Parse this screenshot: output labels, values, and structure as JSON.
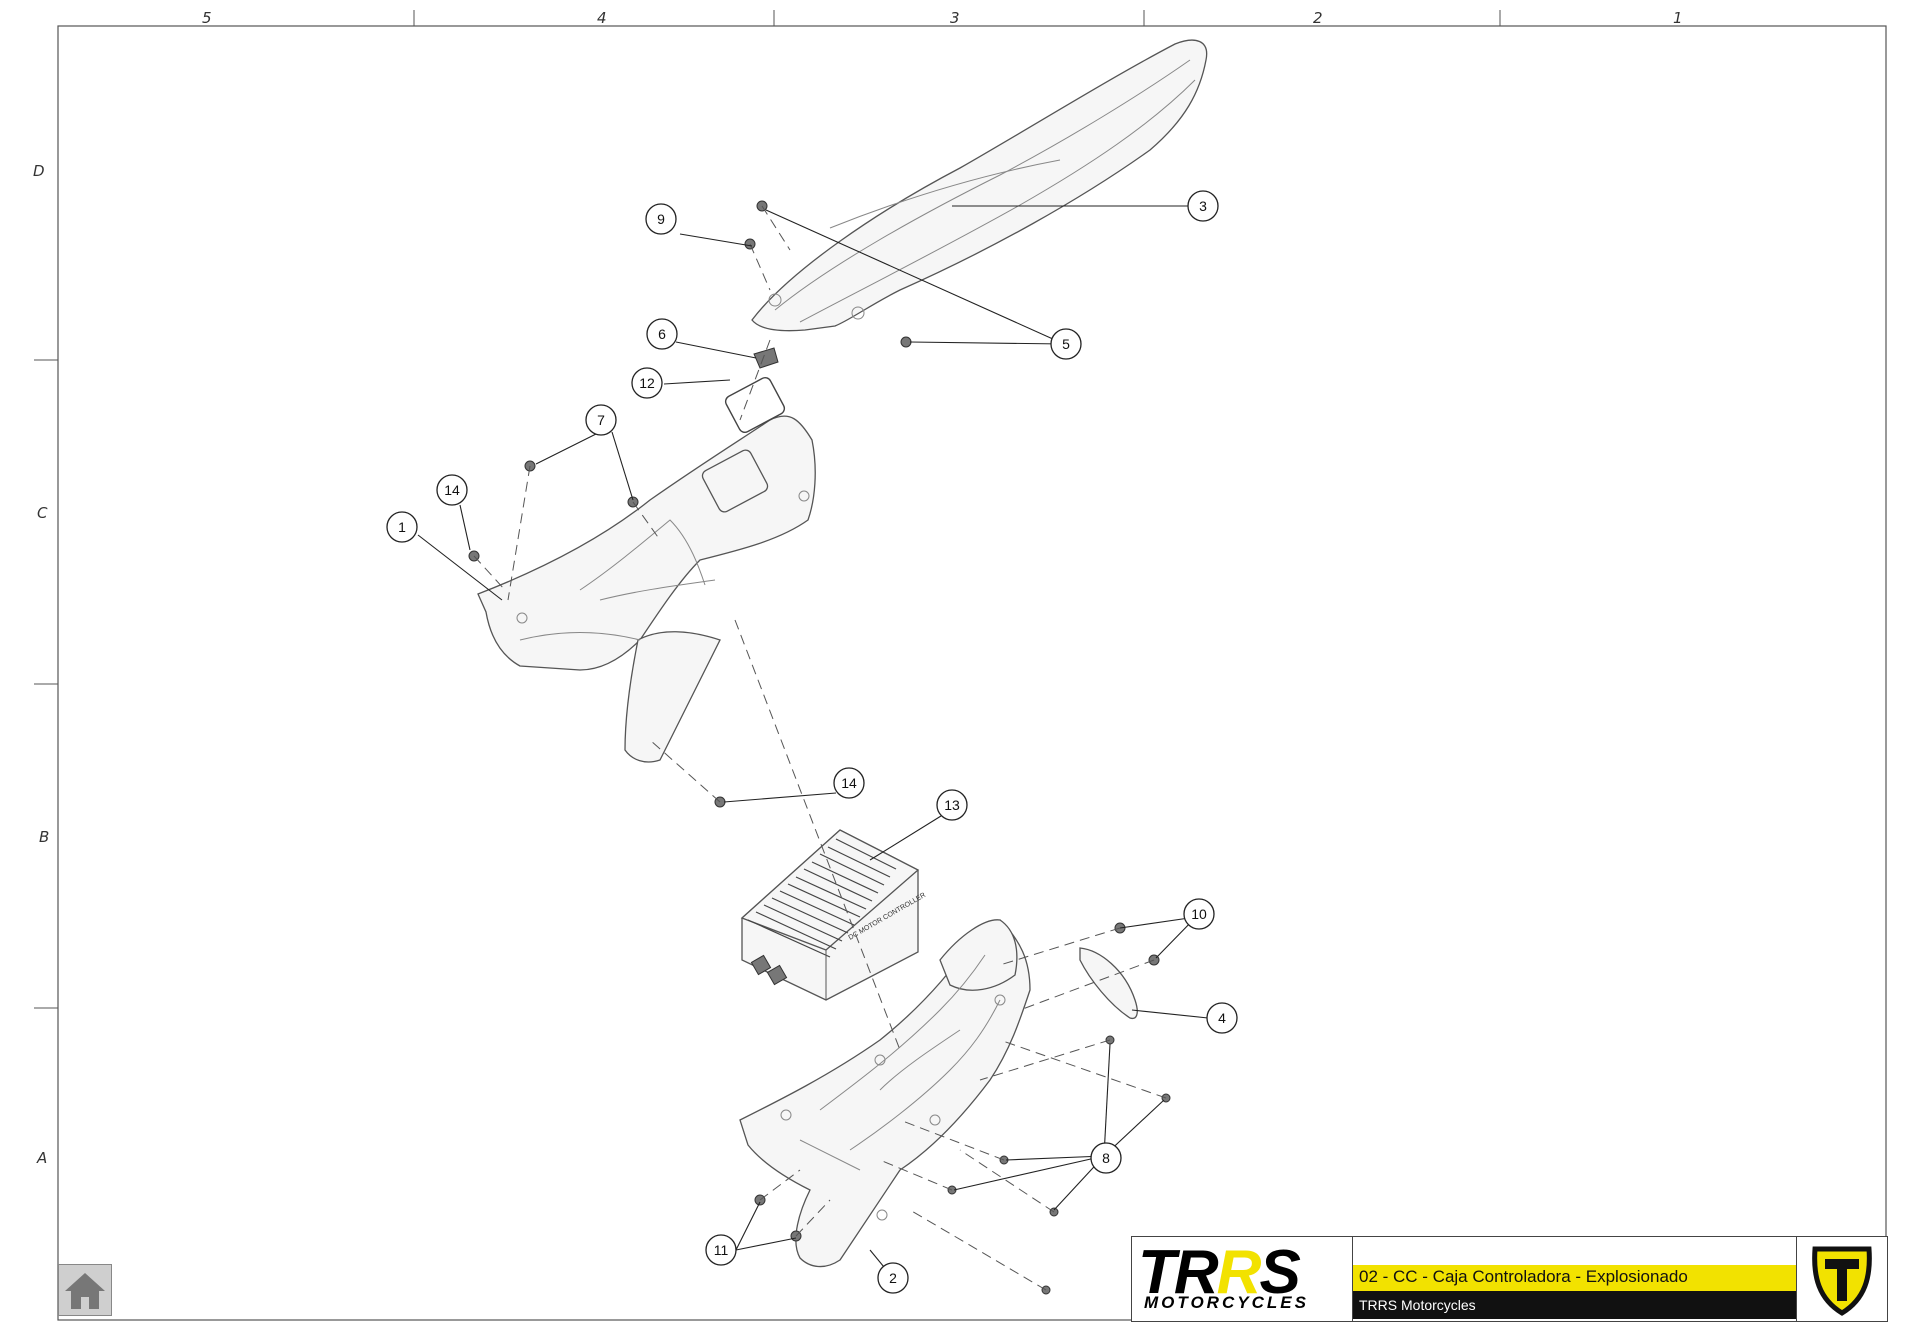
{
  "grid": {
    "columns": [
      "5",
      "4",
      "3",
      "2",
      "1"
    ],
    "rows": [
      "D",
      "C",
      "B",
      "A"
    ]
  },
  "callouts": [
    {
      "label": "1"
    },
    {
      "label": "2"
    },
    {
      "label": "3"
    },
    {
      "label": "4"
    },
    {
      "label": "5"
    },
    {
      "label": "6"
    },
    {
      "label": "7"
    },
    {
      "label": "8"
    },
    {
      "label": "9"
    },
    {
      "label": "10"
    },
    {
      "label": "11"
    },
    {
      "label": "12"
    },
    {
      "label": "13"
    },
    {
      "label": "14"
    },
    {
      "label": "14"
    }
  ],
  "title_block": {
    "brand_a": "TR",
    "brand_b": "R",
    "brand_c": "S",
    "brand_sub": "MOTORCYCLES",
    "drawing_title": "02 - CC - Caja Controladora - Explosionado",
    "company": "TRRS Motorcycles"
  },
  "controller_label": "DC MOTOR CONTROLLER",
  "colors": {
    "accent": "#f2e200",
    "dark": "#111111",
    "line": "#444444"
  },
  "icons": {
    "home": "home-icon",
    "emblem": "trrs-shield-emblem"
  }
}
